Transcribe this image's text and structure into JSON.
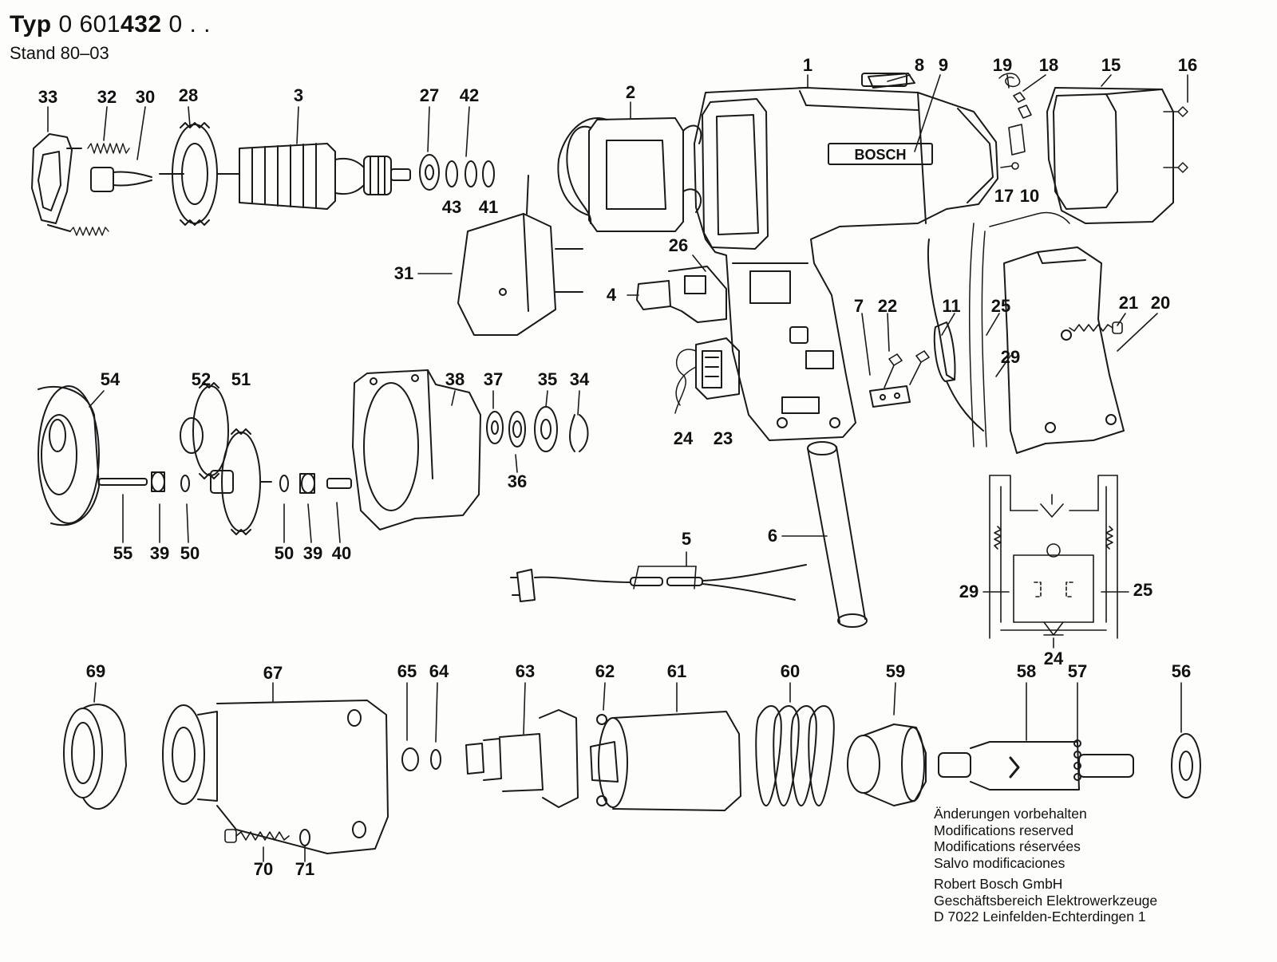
{
  "header": {
    "typ_label": "Typ",
    "typ_prefix": "0 601",
    "typ_bold": "432",
    "typ_suffix": "0 . .",
    "stand": "Stand 80–03"
  },
  "housing_brand": "BOSCH",
  "callouts": {
    "c1": "1",
    "c2": "2",
    "c3": "3",
    "c4": "4",
    "c5": "5",
    "c6": "6",
    "c7": "7",
    "c8": "8",
    "c9": "9",
    "c10": "10",
    "c11": "11",
    "c15": "15",
    "c16": "16",
    "c17": "17",
    "c18": "18",
    "c19": "19",
    "c20": "20",
    "c21": "21",
    "c22": "22",
    "c23": "23",
    "c24a": "24",
    "c24b": "24",
    "c25a": "25",
    "c25b": "25",
    "c26": "26",
    "c27": "27",
    "c28": "28",
    "c29a": "29",
    "c29b": "29",
    "c30": "30",
    "c31": "31",
    "c32": "32",
    "c33": "33",
    "c34": "34",
    "c35": "35",
    "c36": "36",
    "c37": "37",
    "c38": "38",
    "c39a": "39",
    "c39b": "39",
    "c40": "40",
    "c41": "41",
    "c42": "42",
    "c43": "43",
    "c50a": "50",
    "c50b": "50",
    "c51": "51",
    "c52": "52",
    "c54": "54",
    "c55": "55",
    "c56": "56",
    "c57": "57",
    "c58": "58",
    "c59": "59",
    "c60": "60",
    "c61": "61",
    "c62": "62",
    "c63": "63",
    "c64": "64",
    "c65": "65",
    "c67": "67",
    "c69": "69",
    "c70": "70",
    "c71": "71"
  },
  "notice": {
    "l1": "Änderungen vorbehalten",
    "l2": "Modifications reserved",
    "l3": "Modifications réservées",
    "l4": "Salvo modificaciones",
    "l5": "Robert Bosch GmbH",
    "l6": "Geschäftsbereich Elektrowerkzeuge",
    "l7": "D 7022 Leinfelden-Echterdingen 1"
  }
}
